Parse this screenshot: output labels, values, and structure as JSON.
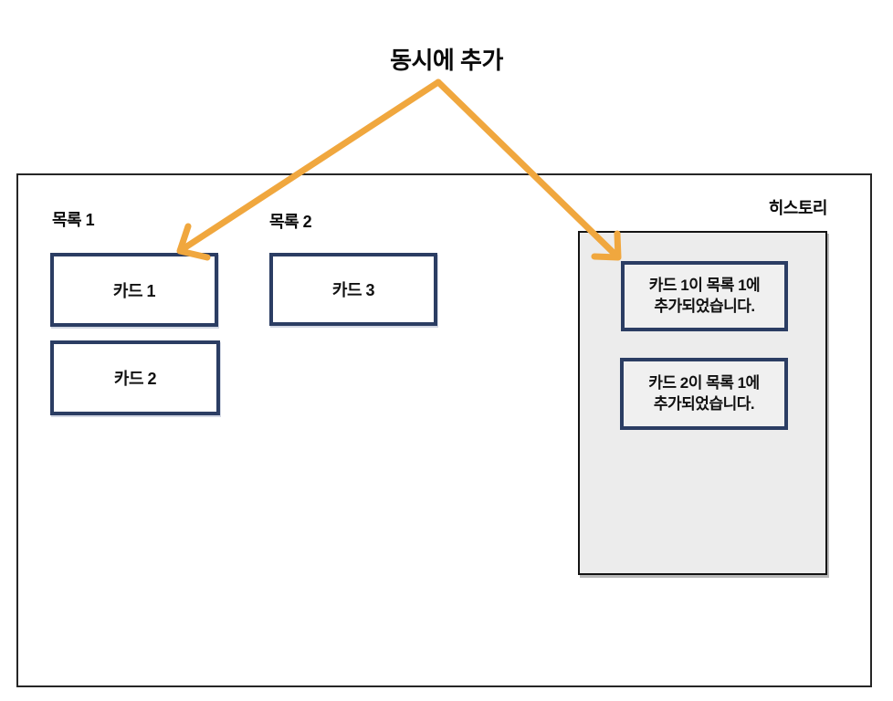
{
  "title": "동시에 추가",
  "colors": {
    "arrow": "#f0a73e",
    "card_border": "#2b3d63",
    "outer_border": "#262626",
    "history_panel_bg": "#ececec"
  },
  "board": {
    "lists": [
      {
        "label": "목록 1",
        "cards": [
          "카드 1",
          "카드 2"
        ]
      },
      {
        "label": "목록 2",
        "cards": [
          "카드 3"
        ]
      }
    ],
    "history": {
      "label": "히스토리",
      "entries": [
        {
          "line1": "카드 1이 목록 1에",
          "line2": "추가되었습니다."
        },
        {
          "line1": "카드 2이 목록 1에",
          "line2": "추가되었습니다."
        }
      ]
    }
  }
}
